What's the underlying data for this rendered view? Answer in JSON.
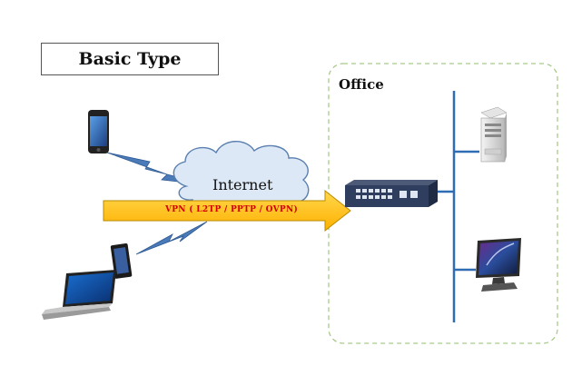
{
  "title": "Basic Type",
  "office_label": "Office",
  "internet_label": "Internet",
  "vpn_label": "VPN ( L2TP / PPTP / OVPN)",
  "colors": {
    "cloud_fill": "#dce8f5",
    "cloud_stroke": "#5a7fb0",
    "bolt_fill": "#4a7ab8",
    "arrow_fill": "#ffc000",
    "arrow_stroke": "#b98a00",
    "office_border": "#a8c98a",
    "network_line": "#2e6db4",
    "vpn_text": "#d40000"
  },
  "devices": [
    "smartphone-icon",
    "tablet-icon",
    "laptop-icon",
    "router-icon",
    "server-icon",
    "monitor-icon"
  ]
}
